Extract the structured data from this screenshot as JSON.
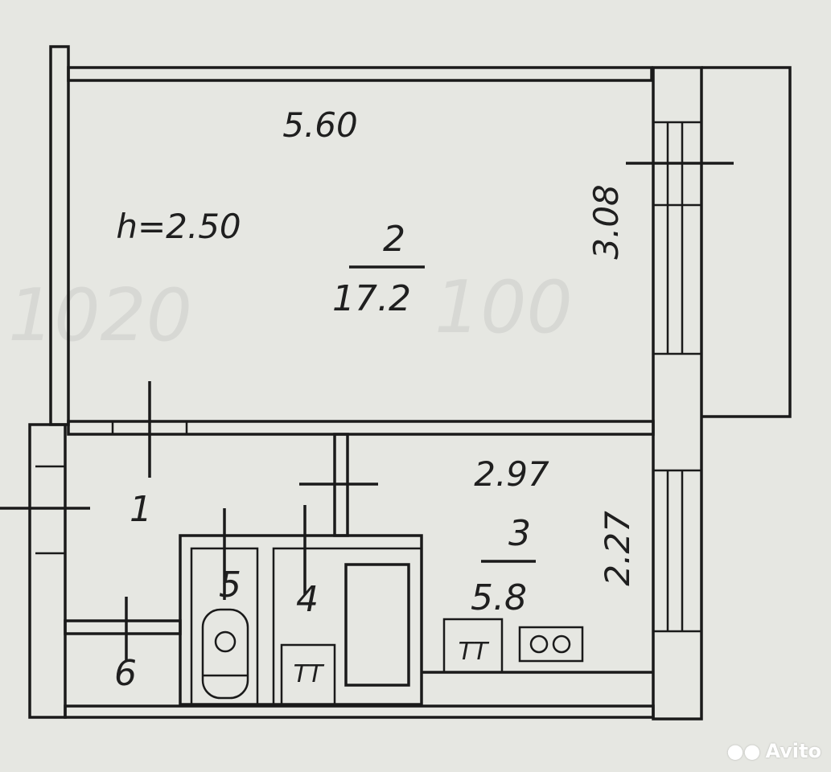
{
  "plan": {
    "ceiling_height": "h=2.50",
    "room2": {
      "number": "2",
      "area": "17.2",
      "width": "5.60",
      "depth": "3.08"
    },
    "room3": {
      "number": "3",
      "area": "5.8",
      "width": "2.97",
      "depth": "2.27"
    },
    "room1": {
      "number": "1"
    },
    "room4": {
      "number": "4"
    },
    "room5": {
      "number": "5"
    },
    "room6": {
      "number": "6"
    }
  },
  "watermark": {
    "text": "Avito"
  }
}
